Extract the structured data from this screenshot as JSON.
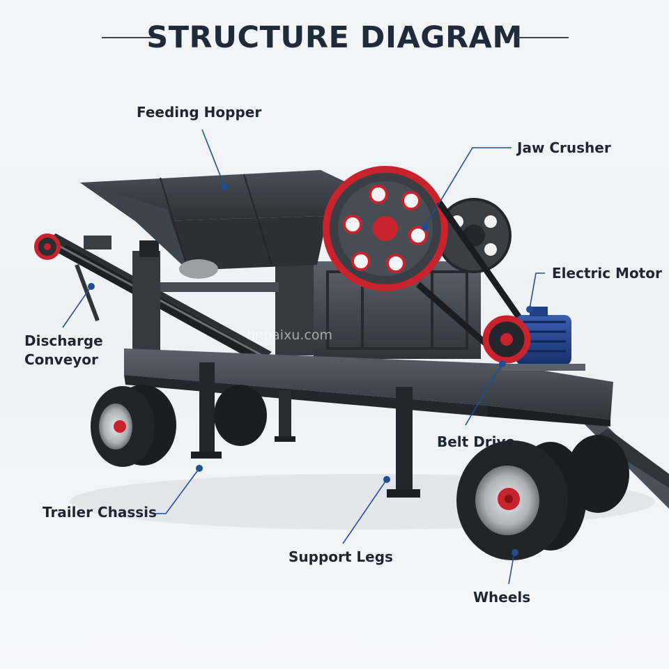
{
  "title": "STRUCTURE DIAGRAM",
  "watermark": "hnbaixu.com",
  "colors": {
    "background": "#f1f3f5",
    "steel": "#3d434b",
    "steel_dark": "#23272d",
    "accent_red": "#c8232c",
    "motor_blue": "#1f3f86",
    "leader_blue": "#1f4f8f",
    "tire": "#1b1d20"
  },
  "labels": {
    "feeding_hopper": "Feeding Hopper",
    "jaw_crusher": "Jaw Crusher",
    "electric_motor": "Electric Motor",
    "discharge_conveyor_line1": "Discharge",
    "discharge_conveyor_line2": "Conveyor",
    "belt_drive": "Belt Drive",
    "trailer_chassis": "Trailer Chassis",
    "support_legs": "Support Legs",
    "wheels": "Wheels"
  }
}
